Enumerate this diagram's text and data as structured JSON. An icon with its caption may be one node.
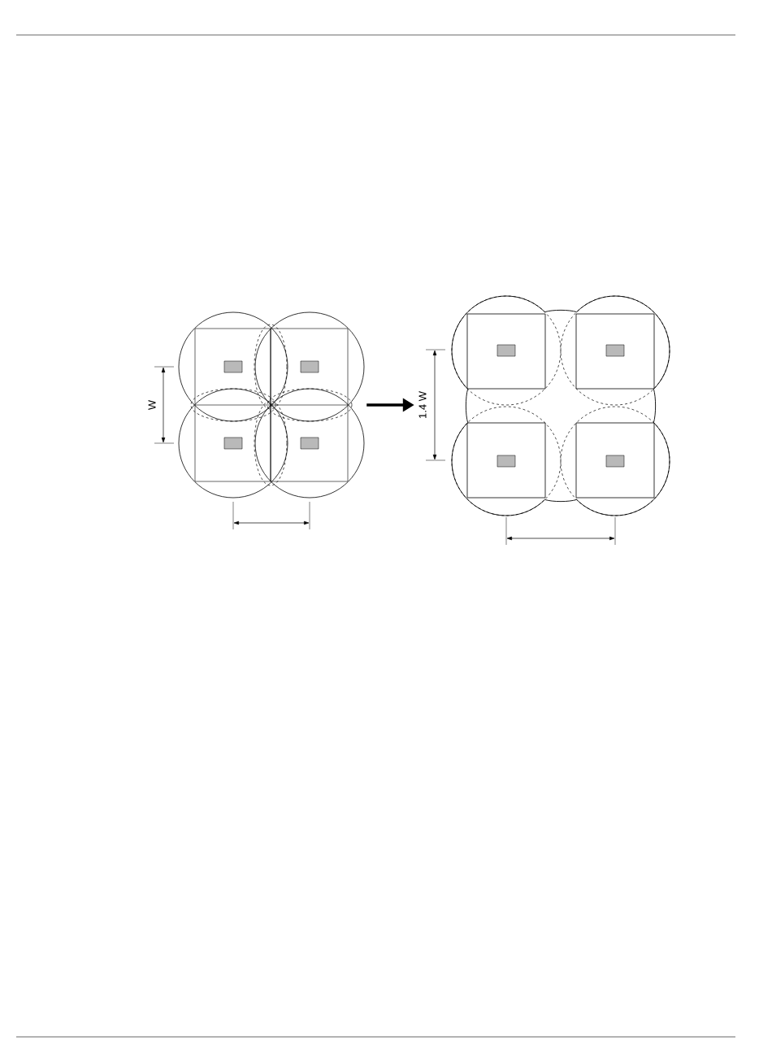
{
  "diagram": {
    "nodes": [
      {
        "text": [],
        "shape": "picture"
      },
      {
        "text": [],
        "shape": "picture"
      }
    ],
    "edges": [
      {
        "from": 0,
        "to": 1,
        "arrow": "to"
      }
    ],
    "labels": [
      "W",
      "1.4 W"
    ]
  }
}
